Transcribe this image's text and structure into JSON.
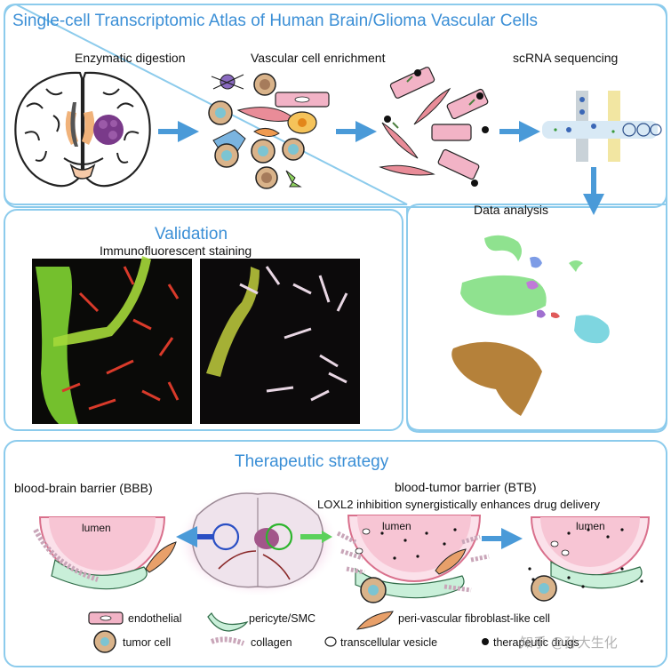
{
  "title": "Single-cell Transcriptomic Atlas of Human Brain/Glioma Vascular Cells",
  "pipeline": {
    "step1": "Enzymatic digestion",
    "step2": "Vascular cell enrichment",
    "step3": "scRNA sequencing",
    "step4": "Data analysis"
  },
  "validation": {
    "title": "Validation",
    "subtitle": "Immunofluorescent staining"
  },
  "therapeutic": {
    "title": "Therapeutic strategy",
    "bbb_label": "blood-brain barrier (BBB)",
    "btb_label": "blood-tumor barrier (BTB)",
    "loxl2_text": "LOXL2 inhibition synergistically enhances drug delivery",
    "lumen": "lumen"
  },
  "legend": {
    "endothelial": "endothelial",
    "pericyte": "pericyte/SMC",
    "fibroblast": "peri-vascular fibroblast-like cell",
    "tumor": "tumor cell",
    "collagen": "collagen",
    "vesicle": "transcellular vesicle",
    "drugs": "therapeutic drugs"
  },
  "watermark": "知乎 @孙大生化",
  "colors": {
    "accent_blue": "#3b8fd6",
    "panel_border": "#8ccbec",
    "endothelial_pink": "#f2b3c6",
    "pericyte_green": "#c9efd9",
    "fibroblast_orange": "#e8a06a",
    "tumor_brown": "#b5824f",
    "umap_brown": "#b5813a",
    "umap_green": "#8fe28f",
    "umap_cyan": "#7ed6e0"
  }
}
